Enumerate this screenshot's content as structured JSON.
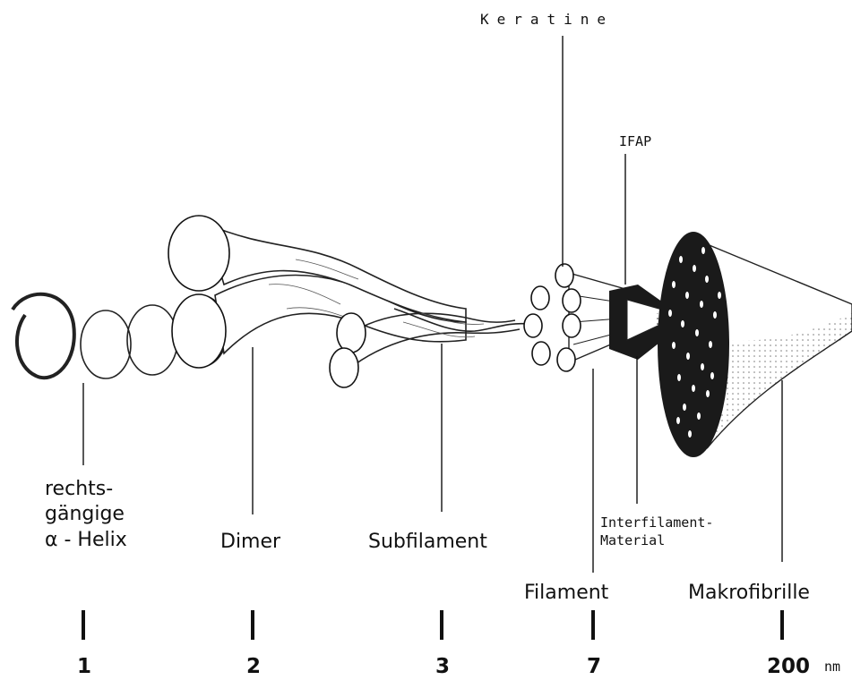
{
  "labels": {
    "keratine": "Keratine",
    "ifap": "IFAP",
    "helix_line1": "rechts-",
    "helix_line2": "gängige",
    "helix_line3": "α - Helix",
    "dimer": "Dimer",
    "subfilament": "Subfilament",
    "interfilament_line1": "Interfilament-",
    "interfilament_line2": "Material",
    "filament": "Filament",
    "makrofibrille": "Makrofibrille"
  },
  "scale": {
    "values": [
      "1",
      "2",
      "3",
      "7",
      "200"
    ],
    "unit": "nm"
  }
}
